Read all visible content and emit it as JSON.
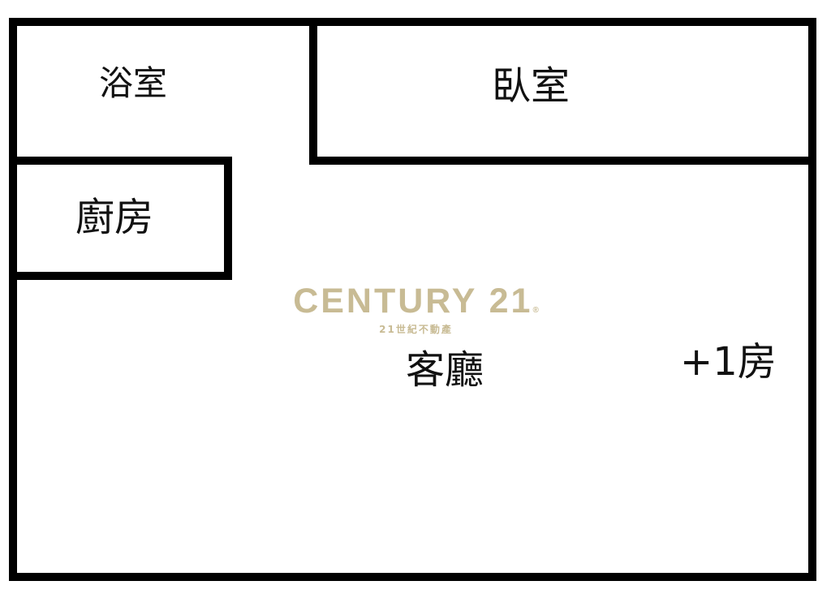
{
  "rooms": {
    "bathroom": "浴室",
    "bedroom": "臥室",
    "kitchen": "廚房",
    "living_room": "客廳",
    "extra_room": "+1房"
  },
  "watermark": {
    "brand": "CENTURY 21",
    "registered_mark": "®",
    "subtitle": "21世紀不動產",
    "color": "#c8bb94"
  },
  "colors": {
    "wall": "#000000",
    "background": "#ffffff"
  }
}
